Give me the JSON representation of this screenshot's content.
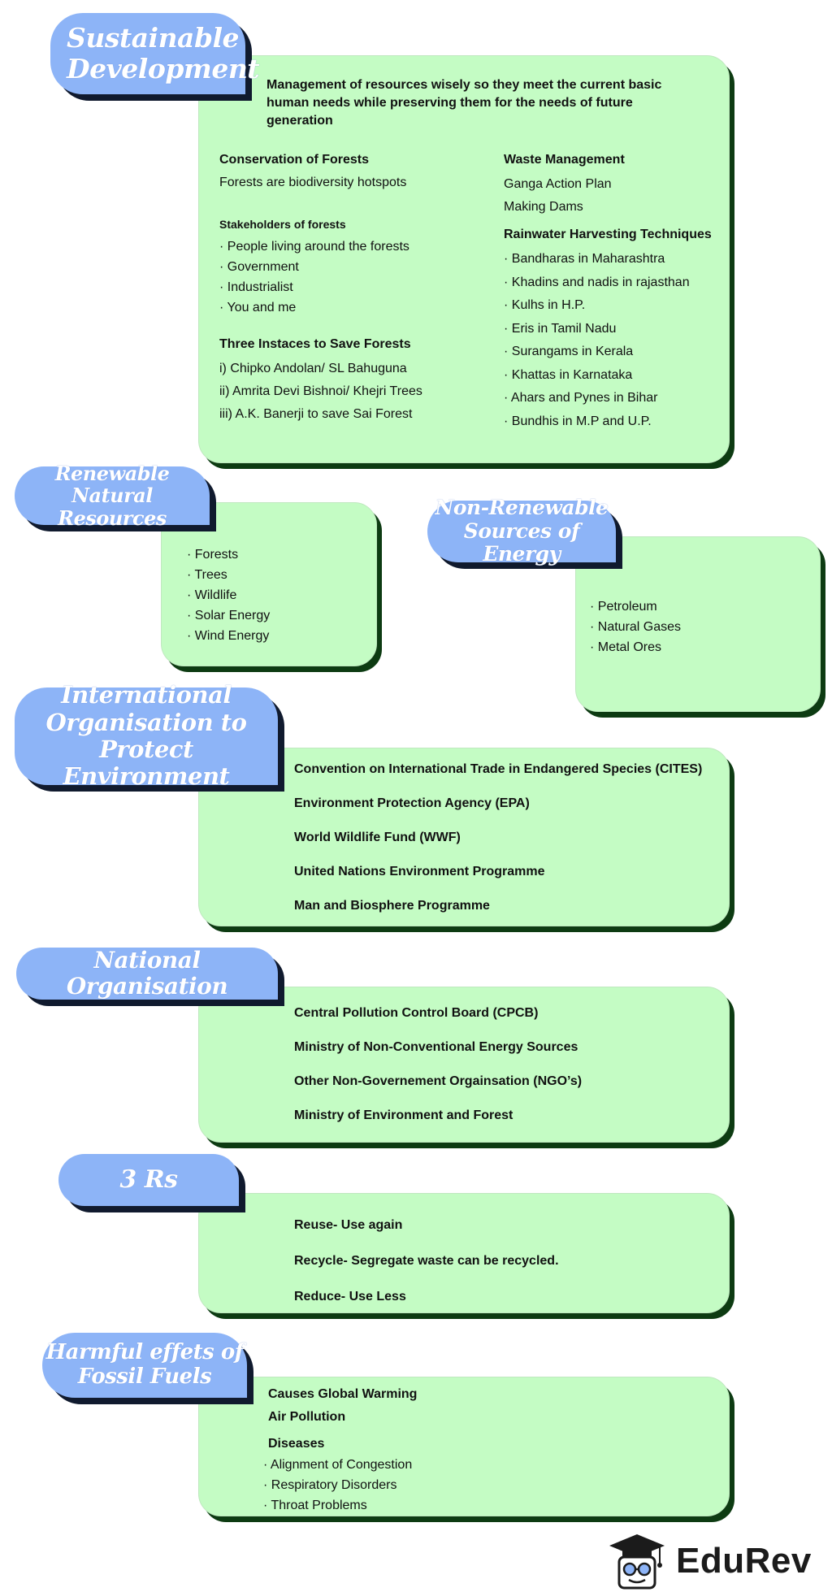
{
  "sustainable": {
    "title": "Sustainable Development",
    "intro": "Management of resources wisely so they meet the current basic human needs while preserving them for the needs of future generation",
    "conservation_heading": "Conservation of Forests",
    "conservation_text": "Forests are biodiversity hotspots",
    "stakeholders_heading": "Stakeholders of forests",
    "stakeholders": [
      "· People living around the forests",
      "· Government",
      "· Industrialist",
      "· You and me"
    ],
    "instances_heading": "Three Instaces to Save Forests",
    "instances": [
      "i) Chipko Andolan/ SL Bahuguna",
      "ii) Amrita Devi Bishnoi/ Khejri Trees",
      "iii) A.K. Banerji to save Sai Forest"
    ],
    "waste_heading": "Waste Management",
    "waste_items": [
      "Ganga Action Plan",
      "Making Dams"
    ],
    "rainwater_heading": "Rainwater Harvesting Techniques",
    "rainwater_items": [
      "· Bandharas in Maharashtra",
      "· Khadins and nadis in rajasthan",
      "· Kulhs in H.P.",
      "· Eris in Tamil Nadu",
      "· Surangams in Kerala",
      "· Khattas in Karnataka",
      "· Ahars and Pynes in Bihar",
      "· Bundhis in M.P and U.P."
    ]
  },
  "renewable": {
    "title_line1": "Renewable Natural",
    "title_line2": "Resources",
    "items": [
      "· Forests",
      "· Trees",
      "· Wildlife",
      "· Solar Energy",
      "· Wind Energy"
    ]
  },
  "nonrenewable": {
    "title_line1": "Non-Renewable",
    "title_line2": "Sources of Energy",
    "items": [
      "· Petroleum",
      "· Natural Gases",
      "· Metal Ores"
    ]
  },
  "international": {
    "title_line1": "International",
    "title_line2": "Organisation to Protect",
    "title_line3": "Environment",
    "items": [
      "Convention on International Trade in Endangered Species (CITES)",
      "Environment Protection Agency (EPA)",
      "World Wildlife Fund (WWF)",
      "United Nations Environment Programme",
      "Man and Biosphere Programme"
    ]
  },
  "national": {
    "title": "National Organisation",
    "items": [
      "Central Pollution Control Board (CPCB)",
      "Ministry of Non-Conventional Energy Sources",
      "Other Non-Governement Orgainsation (NGO’s)",
      "Ministry of Environment and Forest"
    ]
  },
  "three_rs": {
    "title": "3 Rs",
    "items": [
      "Reuse- Use again",
      "Recycle- Segregate waste can be recycled.",
      "Reduce- Use Less"
    ]
  },
  "fossil": {
    "title_line1": "Harmful effets of",
    "title_line2": "Fossil Fuels",
    "effects": [
      "Causes Global Warming",
      "Air Pollution"
    ],
    "diseases_heading": "Diseases",
    "diseases": [
      "· Alignment of Congestion",
      "· Respiratory Disorders",
      "· Throat Problems"
    ]
  },
  "brand": {
    "name": "EduRev",
    "icon": "graduation-cap-mascot-icon"
  }
}
